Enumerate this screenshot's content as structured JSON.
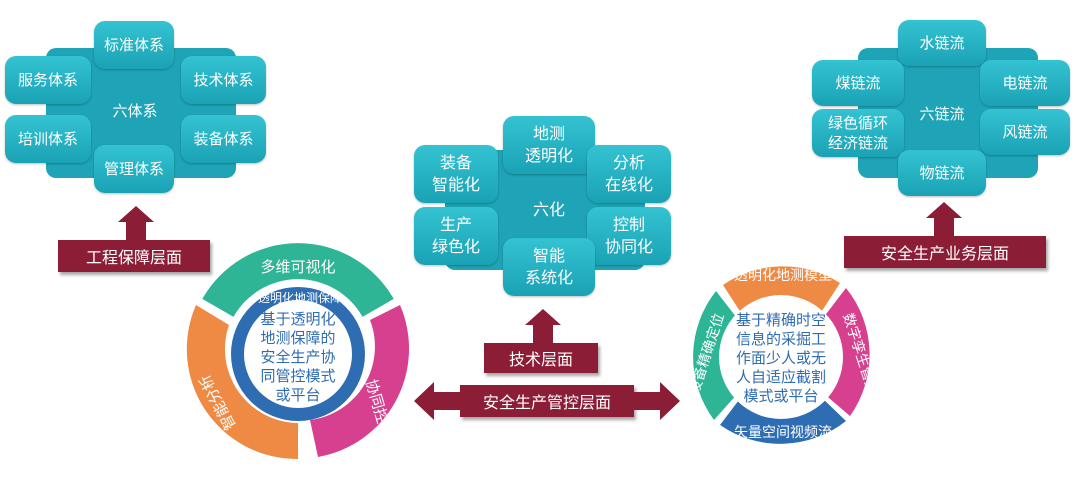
{
  "engineering": {
    "center": "六体系",
    "items": [
      "标准体系",
      "服务体系",
      "技术体系",
      "培训体系",
      "装备体系",
      "管理体系"
    ],
    "banner": "工程保障层面"
  },
  "technology": {
    "center": "六化",
    "items": [
      "地测\n透明化",
      "装备\n智能化",
      "分析\n在线化",
      "生产\n绿色化",
      "控制\n协同化",
      "智能\n系统化"
    ],
    "banner": "技术层面"
  },
  "business": {
    "center": "六链流",
    "items": [
      "水链流",
      "煤链流",
      "电链流",
      "绿色循环\n经济链流",
      "风链流",
      "物链流"
    ],
    "banner": "安全生产业务层面"
  },
  "control": {
    "banner": "安全生产管控层面"
  },
  "left_cycle": {
    "segments": [
      "多维可视化",
      "协同控制",
      "智能分析"
    ],
    "inner_arc": "透明化地测保障",
    "center_text": [
      "基于透明化",
      "地测保障的",
      "安全生产协",
      "同管控模式",
      "或平台"
    ]
  },
  "right_cycle": {
    "segments": [
      "透明化地测模型",
      "数字孪生管控",
      "矢量空间视频流",
      "设备精确定位"
    ],
    "center_text": [
      "基于精确时空",
      "信息的采掘工",
      "作面少人或无",
      "人自适应截割",
      "模式或平台"
    ]
  },
  "colors": {
    "teal": "#1ea4b6",
    "maroon": "#8b1e36",
    "green": "#2eb596",
    "magenta": "#d6408e",
    "orange": "#ef8a45",
    "blue": "#2f6db3",
    "white": "#ffffff"
  }
}
